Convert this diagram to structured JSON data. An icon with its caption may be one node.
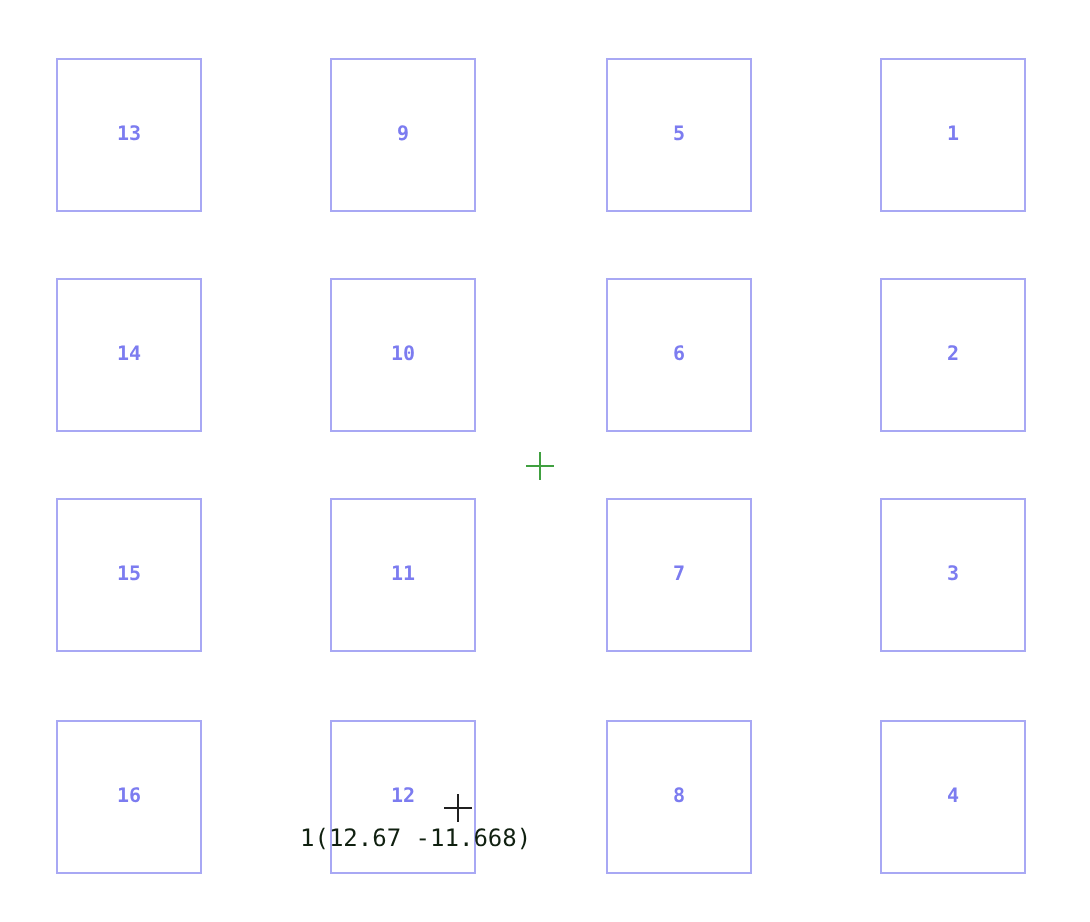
{
  "diagram": {
    "nodes": [
      {
        "text": [
          "13"
        ]
      },
      {
        "text": [
          "9"
        ]
      },
      {
        "text": [
          "5"
        ]
      },
      {
        "text": [
          "1"
        ]
      },
      {
        "text": [
          "14"
        ]
      },
      {
        "text": [
          "10"
        ]
      },
      {
        "text": [
          "6"
        ]
      },
      {
        "text": [
          "2"
        ]
      },
      {
        "text": [
          "15"
        ]
      },
      {
        "text": [
          "11"
        ]
      },
      {
        "text": [
          "7"
        ]
      },
      {
        "text": [
          "3"
        ]
      },
      {
        "text": [
          "16"
        ]
      },
      {
        "text": [
          "12"
        ]
      },
      {
        "text": [
          "8"
        ]
      },
      {
        "text": [
          "4"
        ]
      }
    ],
    "labels": [
      "1(12.67 -11.668)"
    ]
  }
}
